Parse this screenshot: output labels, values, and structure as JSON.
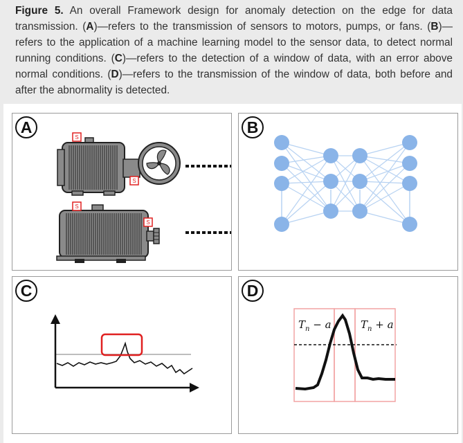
{
  "caption": {
    "figure_label": "Figure 5.",
    "intro": " An overall Framework design for anomaly detection on the edge for data transmission. (",
    "a_label": "A",
    "a_text": ")—refers to the transmission of sensors to motors, pumps, or fans. (",
    "b_label": "B",
    "b_text": ")—refers to the application of a machine learning model to the sensor data, to detect normal running conditions. (",
    "c_label": "C",
    "c_text": ")—refers to the detection of a window of data, with an error above normal conditions. (",
    "d_label": "D",
    "d_text": ")—refers to the transmission of the window of data, both before and after the abnormality is detected."
  },
  "panels": {
    "a": {
      "badge": "A",
      "sensor_tag": "S"
    },
    "b": {
      "badge": "B"
    },
    "c": {
      "badge": "C"
    },
    "d": {
      "badge": "D",
      "left_var": "T",
      "left_sub": "n",
      "left_rest": " − a",
      "right_var": "T",
      "right_sub": "n",
      "right_rest": " + a"
    }
  },
  "colors": {
    "motor_gray": "#8a8a8a",
    "sensor_red": "#e02020",
    "node_blue": "#8ab4e8",
    "edge_blue": "#b7d2f2",
    "threshold_gray": "#bdbdbd",
    "window_pink": "#f2a3a3",
    "anomaly_red": "#e02020"
  },
  "nn_layers": [
    4,
    3,
    3,
    4
  ]
}
